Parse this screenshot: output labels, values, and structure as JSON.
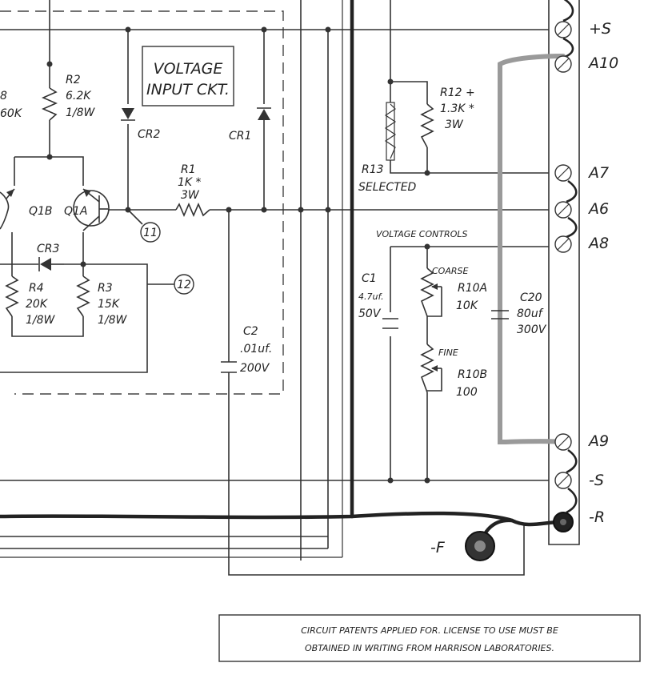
{
  "title_box": {
    "line1": "VOLTAGE",
    "line2": "INPUT CKT."
  },
  "components": {
    "r8": {
      "ref": "8",
      "value": "60K"
    },
    "r2": {
      "ref": "R2",
      "value": "6.2K",
      "rating": "1/8W"
    },
    "cr2": {
      "ref": "CR2"
    },
    "cr1": {
      "ref": "CR1"
    },
    "r1": {
      "ref": "R1",
      "value": "1K *",
      "rating": "3W"
    },
    "q1b": {
      "ref": "Q1B"
    },
    "q1a": {
      "ref": "Q1A"
    },
    "cr3": {
      "ref": "CR3"
    },
    "r4": {
      "ref": "R4",
      "value": "20K",
      "rating": "1/8W"
    },
    "r3": {
      "ref": "R3",
      "value": "15K",
      "rating": "1/8W"
    },
    "c2": {
      "ref": "C2",
      "value": ".01uf.",
      "rating": "200V"
    },
    "r12": {
      "ref": "R12 +",
      "value": "1.3K *",
      "rating": "3W"
    },
    "r13": {
      "ref": "R13",
      "note": "SELECTED"
    },
    "c1": {
      "ref": "C1",
      "value": "4.7uf.",
      "rating": "50V"
    },
    "r10a": {
      "ref": "R10A",
      "value": "10K",
      "label": "COARSE"
    },
    "r10b": {
      "ref": "R10B",
      "value": "100",
      "label": "FINE"
    },
    "c20": {
      "ref": "C20",
      "value": "80uf",
      "rating": "300V"
    }
  },
  "nodes": {
    "n11": "11",
    "n12": "12"
  },
  "section_label": "VOLTAGE CONTROLS",
  "terminals": [
    "+S",
    "A10",
    "A7",
    "A6",
    "A8",
    "A9",
    "-S",
    "-R"
  ],
  "ground_label": "-F",
  "notice": {
    "line1": "CIRCUIT PATENTS APPLIED FOR. LICENSE TO USE MUST BE",
    "line2": "OBTAINED IN WRITING FROM HARRISON LABORATORIES."
  }
}
